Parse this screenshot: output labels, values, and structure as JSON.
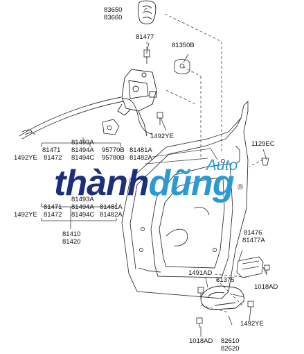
{
  "labels": {
    "l83650": "83650",
    "l83660": "83660",
    "l81477": "81477",
    "l81350b": "81350B",
    "l1492ye_top": "1492YE",
    "l1129ec": "1129EC",
    "g1_a": "81493A",
    "g1_b": "81494A",
    "g1_c": "81494C",
    "g1_81471": "81471",
    "g1_81472": "81472",
    "g1_1492ye": "1492YE",
    "g1_95770b": "95770B",
    "g1_95780b": "95780B",
    "g1_81481a": "81481A",
    "g1_81482a": "81482A",
    "g2_81493a": "81493A",
    "g2_81471": "81471",
    "g2_81494a": "81494A",
    "g2_81481a": "81481A",
    "g2_1492ye": "1492YE",
    "g2_81472": "81472",
    "g2_81494c": "81494C",
    "g2_81482a": "81482A",
    "g2_81410": "81410",
    "g2_81420": "81420",
    "l81476": "81476",
    "l81477a": "81477A",
    "l1491ad": "1491AD",
    "l81375": "81375",
    "l1018ad_r": "1018AD",
    "l1492ye_bot": "1492YE",
    "l1018ad_b": "1018AD",
    "l82610": "82610",
    "l82620": "82620"
  },
  "watermark": {
    "auto": "Auto",
    "part1": "thành",
    "part2": "dũng",
    "reg": "®",
    "color_dark": "#1d2f7a",
    "color_blue": "#2a9ad6"
  }
}
